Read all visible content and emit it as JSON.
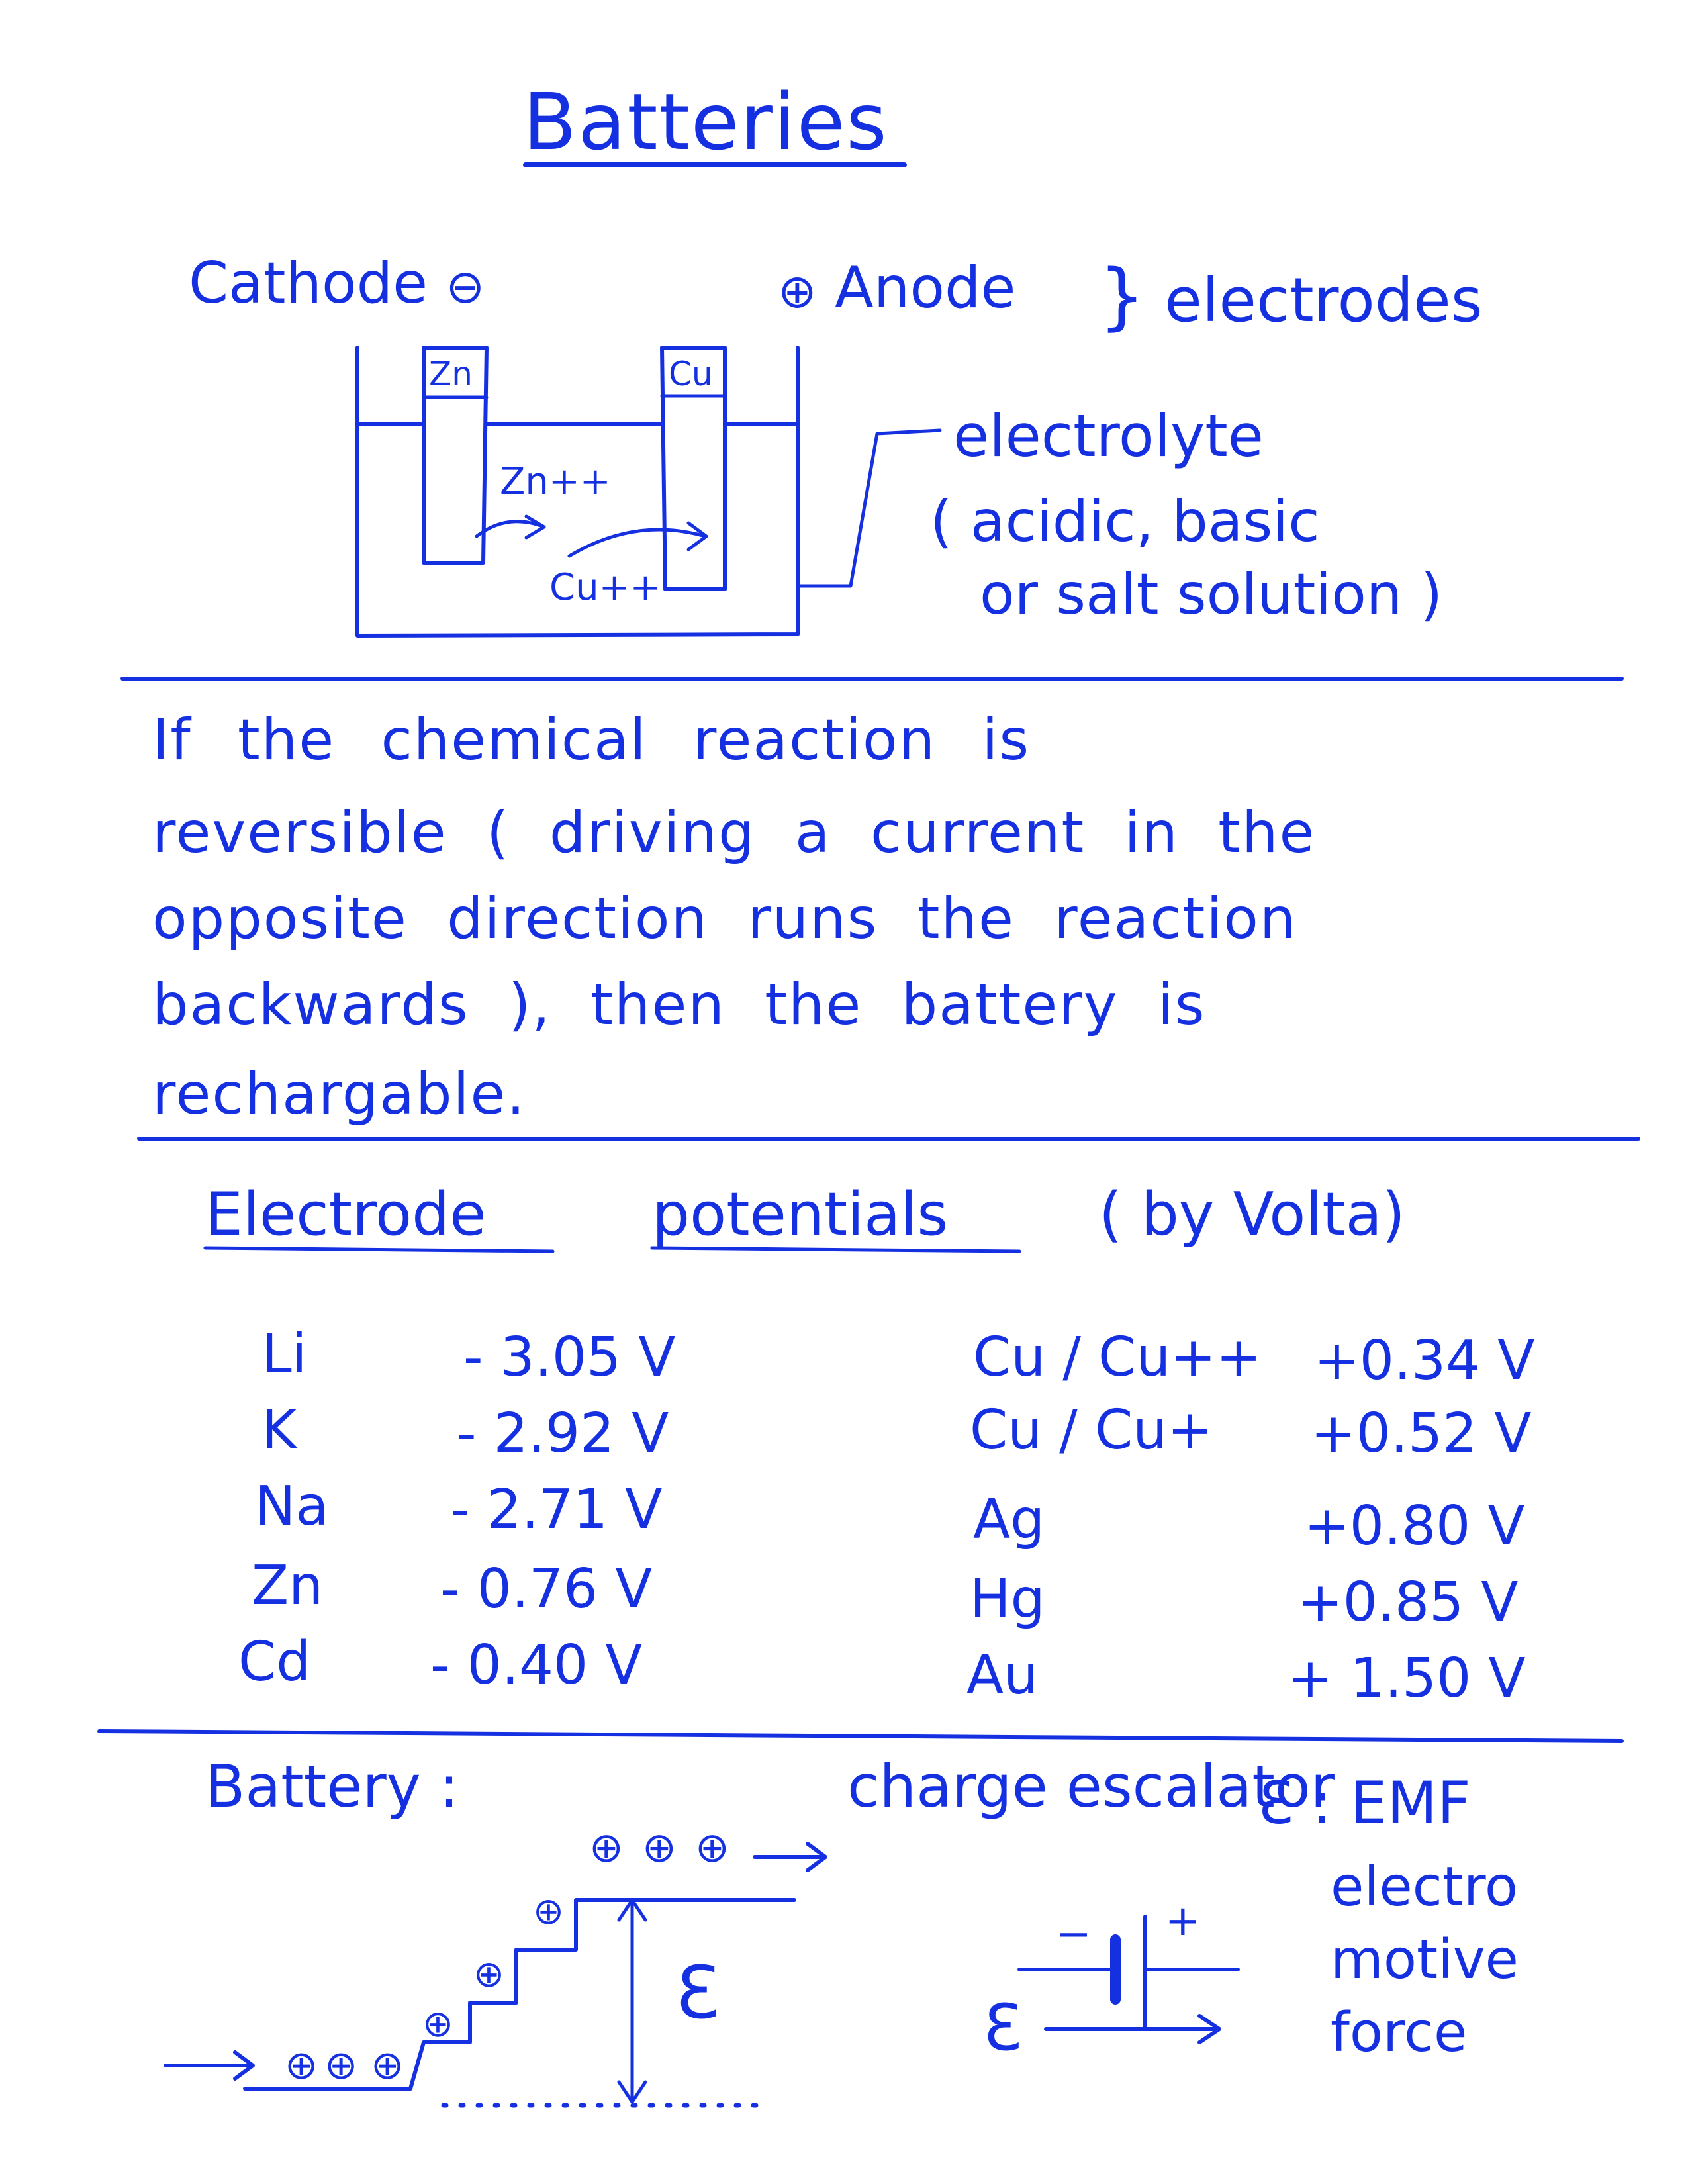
{
  "title": "Batteries",
  "diagram": {
    "cathode": "Cathode",
    "cathode_sign": "⊖",
    "anode_sign": "⊕",
    "anode": "Anode",
    "brace": "}",
    "electrodes": "electrodes",
    "zn_label": "Zn",
    "cu_label": "Cu",
    "zn_ion": "Zn++",
    "cu_ion": "Cu++",
    "electrolyte": "electrolyte",
    "electrolyte_desc_1": "( acidic, basic",
    "electrolyte_desc_2": "or salt solution )"
  },
  "paragraph": {
    "line1": "If the chemical reaction is",
    "line2": "reversible ( driving a current in the",
    "line3": "opposite direction runs the reaction",
    "line4": "backwards ), then the battery is",
    "line5": "rechargable."
  },
  "potentials": {
    "heading_1": "Electrode",
    "heading_2": "potentials",
    "heading_3": "( by Volta)",
    "left": [
      {
        "element": "Li",
        "value": "- 3.05 V"
      },
      {
        "element": "K",
        "value": "- 2.92 V"
      },
      {
        "element": "Na",
        "value": "- 2.71 V"
      },
      {
        "element": "Zn",
        "value": "- 0.76 V"
      },
      {
        "element": "Cd",
        "value": "- 0.40 V"
      }
    ],
    "right": [
      {
        "element": "Cu / Cu++",
        "value": "+0.34 V"
      },
      {
        "element": "Cu / Cu+",
        "value": "+0.52 V"
      },
      {
        "element": "Ag",
        "value": "+0.80 V"
      },
      {
        "element": "Hg",
        "value": "+0.85 V"
      },
      {
        "element": "Au",
        "value": "+ 1.50 V"
      }
    ]
  },
  "battery": {
    "title": "Battery :",
    "charge_escalator": "charge escalator",
    "emf_symbol_line": "Ɛ : EMF",
    "emf_1": "electro",
    "emf_2": "motive",
    "emf_3": "force",
    "epsilon": "Ɛ",
    "plus": "+",
    "minus": "−",
    "charge": "⊕"
  }
}
